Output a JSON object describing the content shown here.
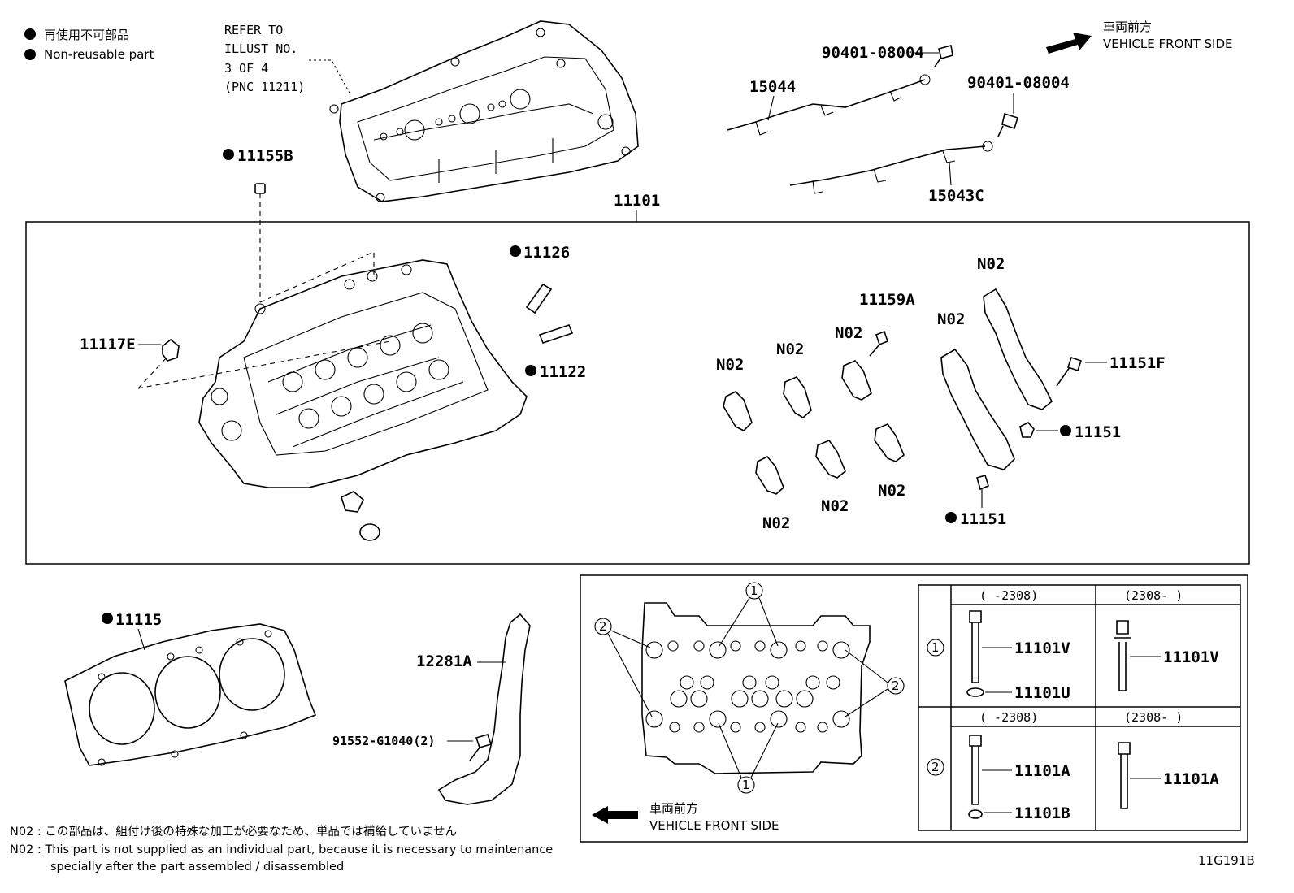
{
  "legend": {
    "jp": "再使用不可部品",
    "en": "Non-reusable part"
  },
  "refer_note": [
    "REFER TO",
    "ILLUST NO.",
    "3 OF 4",
    "(PNC 11211)"
  ],
  "front_top": {
    "jp": "車両前方",
    "en": "VEHICLE FRONT SIDE"
  },
  "front_bottom": {
    "jp": "車両前方",
    "en": "VEHICLE FRONT SIDE"
  },
  "labels": {
    "p11155B": "11155B",
    "p11101": "11101",
    "p15044": "15044",
    "p90401a": "90401-08004",
    "p90401b": "90401-08004",
    "p15043C": "15043C",
    "p11126": "11126",
    "p11122": "11122",
    "p11117E": "11117E",
    "p11159A": "11159A",
    "p11151F": "11151F",
    "p11151a": "11151",
    "p11151b": "11151",
    "n02": [
      "N02",
      "N02",
      "N02",
      "N02",
      "N02",
      "N02",
      "N02",
      "N02"
    ],
    "p11115": "11115",
    "p12281A": "12281A",
    "p91552": "91552-G1040(2)"
  },
  "inset": {
    "circle_1": "1",
    "circle_2": "2",
    "table": {
      "header_old": "(     -2308)",
      "header_new": "(2308-     )",
      "row1": {
        "marker": "1",
        "old_bolt": "11101V",
        "old_washer": "11101U",
        "new_bolt": "11101V"
      },
      "row2": {
        "marker": "2",
        "old_bolt": "11101A",
        "old_washer": "11101B",
        "new_bolt": "11101A"
      }
    }
  },
  "notes": {
    "jp": "N02 : この部品は、組付け後の特殊な加工が必要なため、単品では補給していません",
    "en1": "N02 : This part is not supplied as an individual part, because it is necessary to maintenance",
    "en2": "specially after the part assembled / disassembled"
  },
  "figure_id": "11G191B"
}
